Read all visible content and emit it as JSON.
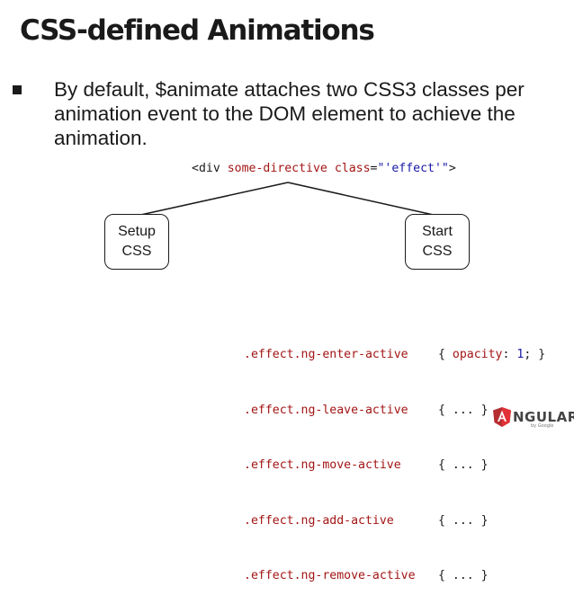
{
  "slide": {
    "title": "CSS-defined Animations",
    "bullet": "By default, $animate attaches two CSS3 classes per animation event to the DOM element to achieve the animation."
  },
  "diagram": {
    "root_code": {
      "open": "<div ",
      "directive": "some-directive",
      "space": " ",
      "attr": "class",
      "eq": "=",
      "value": "\"'effect'\"",
      "close": ">"
    },
    "nodes": [
      {
        "line1": "Setup",
        "line2": "CSS"
      },
      {
        "line1": "Start",
        "line2": "CSS"
      }
    ]
  },
  "css_rules": [
    {
      "selector": ".effect.ng-enter-active",
      "body_open": "{ ",
      "prop": "opacity",
      "sep": ": ",
      "value": "1",
      "body_close": "; }"
    },
    {
      "selector": ".effect.ng-leave-active",
      "body_open": "{ ... }",
      "prop": "",
      "sep": "",
      "value": "",
      "body_close": ""
    },
    {
      "selector": ".effect.ng-move-active",
      "body_open": "{ ... }",
      "prop": "",
      "sep": "",
      "value": "",
      "body_close": ""
    },
    {
      "selector": ".effect.ng-add-active",
      "body_open": "{ ... }",
      "prop": "",
      "sep": "",
      "value": "",
      "body_close": ""
    },
    {
      "selector": ".effect.ng-remove-active",
      "body_open": "{ ... }",
      "prop": "",
      "sep": "",
      "value": "",
      "body_close": ""
    }
  ],
  "logo": {
    "icon": "angularjs-shield-icon",
    "text": "NGULARJS",
    "sub": "by Google",
    "color": "#b52e31"
  }
}
